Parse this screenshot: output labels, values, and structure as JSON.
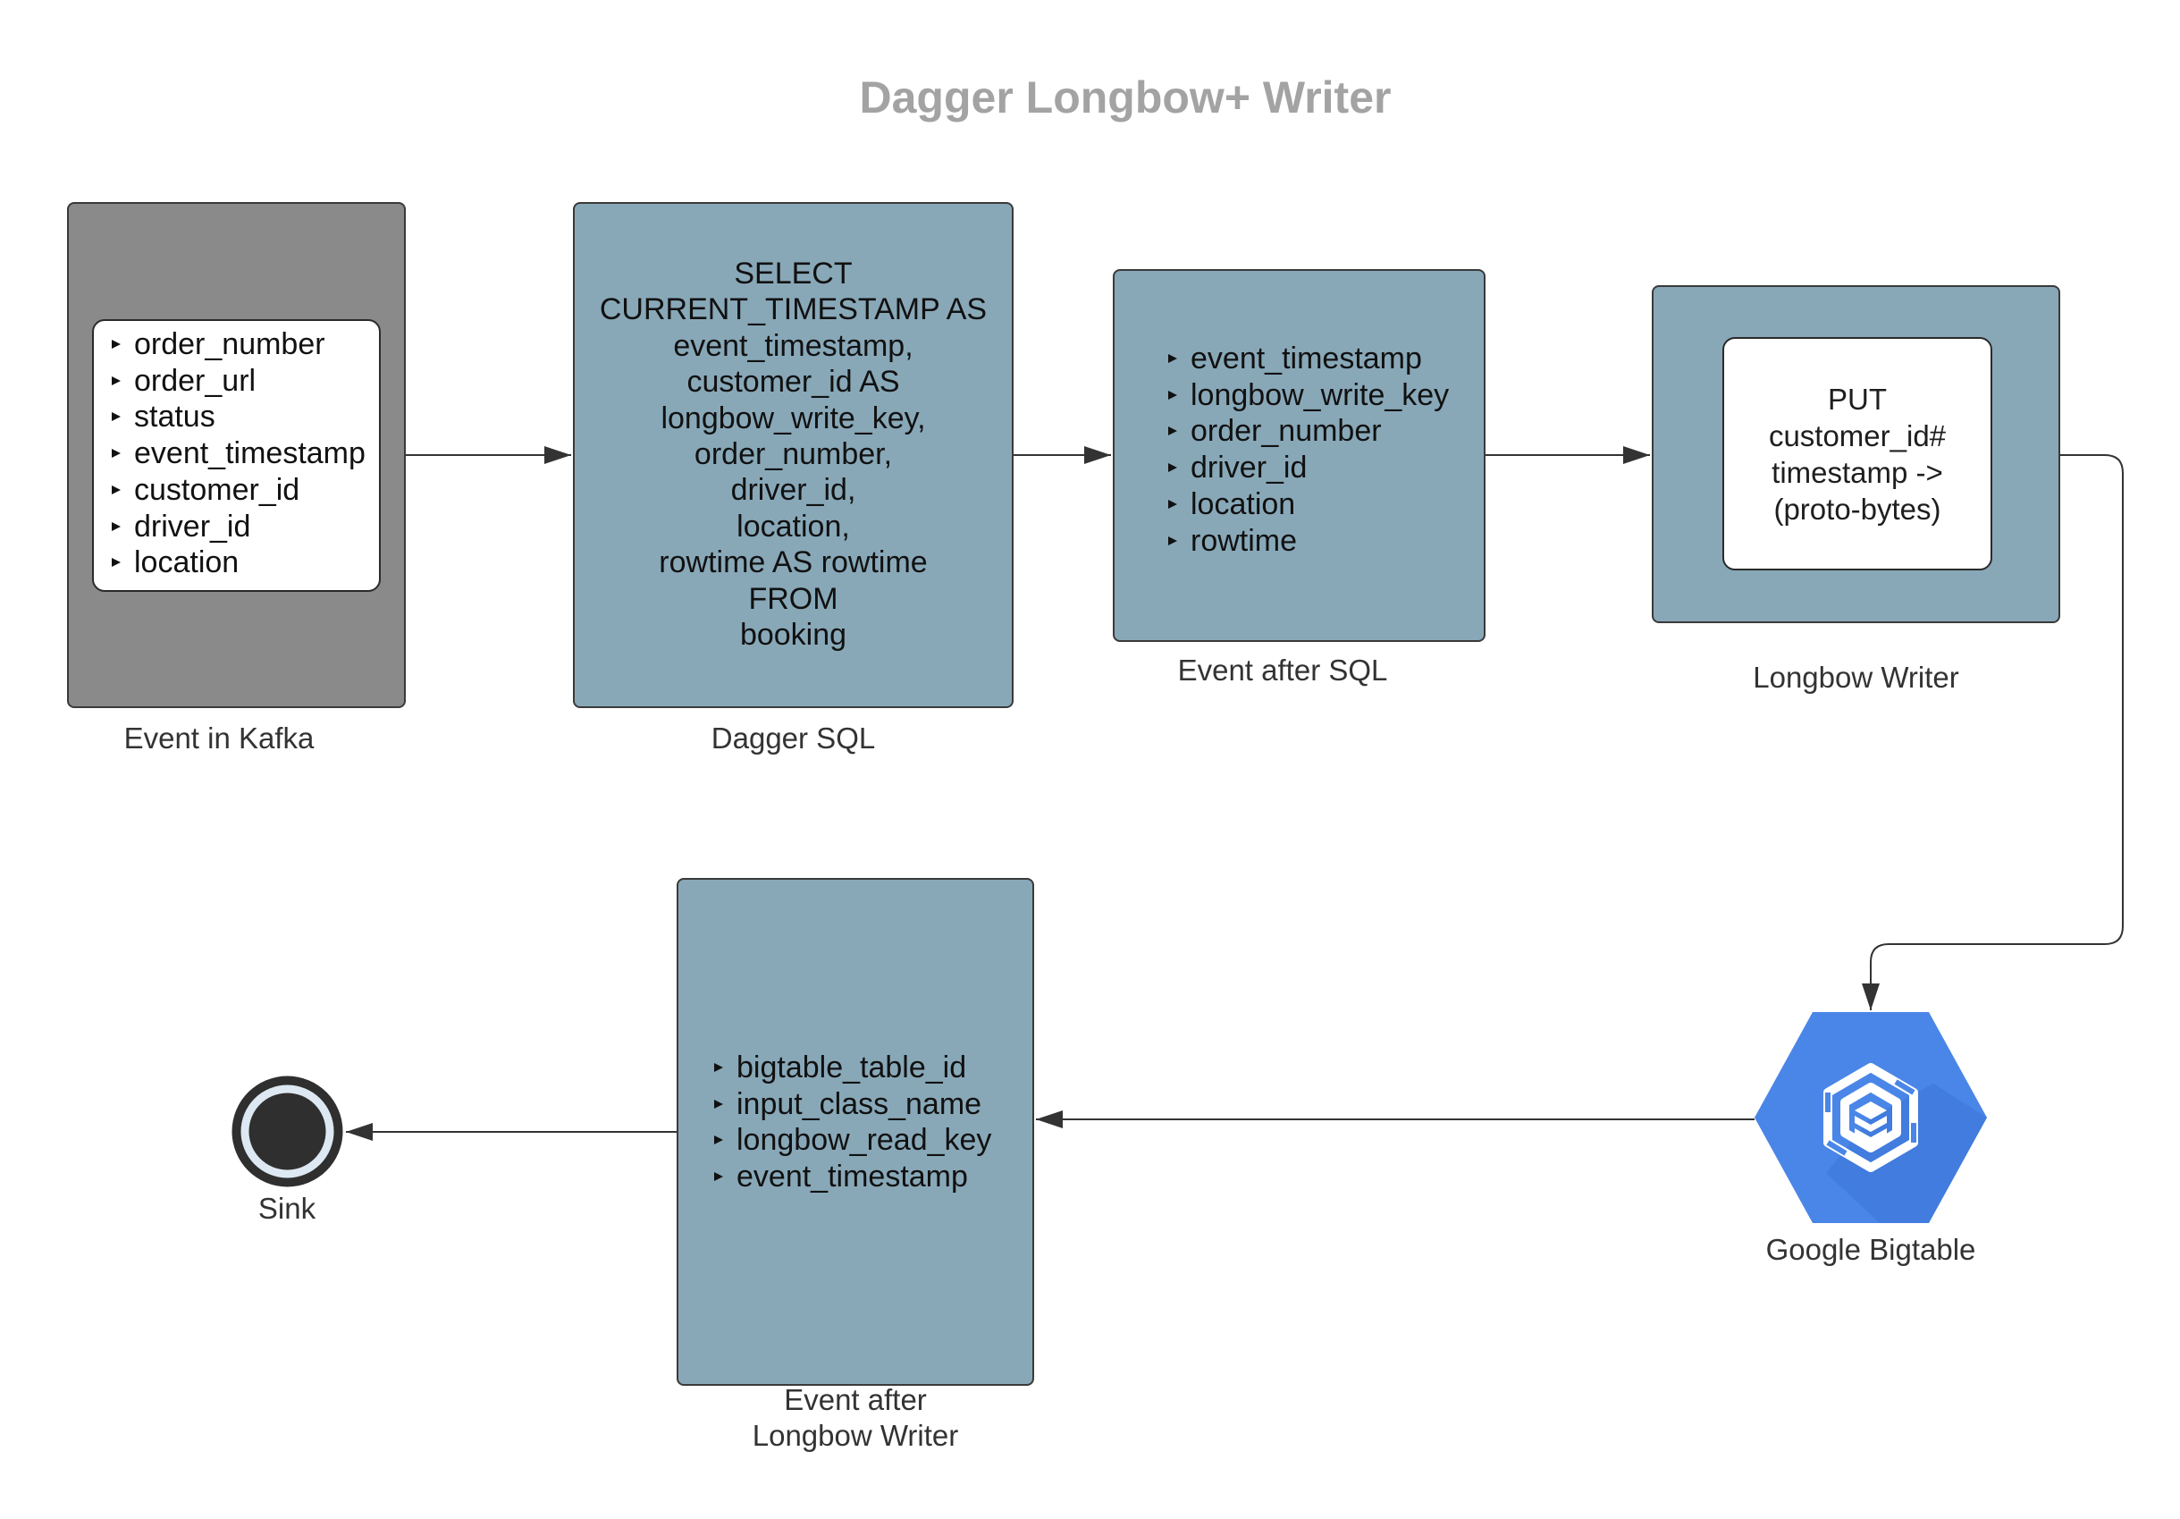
{
  "title": "Dagger Longbow+ Writer",
  "kafka": {
    "caption": "Event in Kafka",
    "fields": [
      "order_number",
      "order_url",
      "status",
      "event_timestamp",
      "customer_id",
      "driver_id",
      "location"
    ]
  },
  "sql": {
    "caption": "Dagger SQL",
    "lines": [
      "SELECT",
      "CURRENT_TIMESTAMP AS",
      "event_timestamp,",
      "customer_id AS",
      "longbow_write_key,",
      "order_number,",
      "driver_id,",
      "location,",
      "rowtime AS rowtime",
      "FROM",
      "booking"
    ]
  },
  "after_sql": {
    "caption": "Event after SQL",
    "fields": [
      "event_timestamp",
      "longbow_write_key",
      "order_number",
      "driver_id",
      "location",
      "rowtime"
    ]
  },
  "writer": {
    "caption": "Longbow Writer",
    "lines": [
      "PUT",
      "customer_id#",
      "timestamp ->",
      "(proto-bytes)"
    ]
  },
  "bigtable": {
    "caption": "Google Bigtable",
    "icon": "google-bigtable-icon",
    "color": "#4a86e8"
  },
  "after_writer": {
    "caption_line1": "Event after",
    "caption_line2": "Longbow Writer",
    "fields": [
      "bigtable_table_id",
      "input_class_name",
      "longbow_read_key",
      "event_timestamp"
    ]
  },
  "sink": {
    "caption": "Sink",
    "icon": "end-event-icon"
  },
  "colors": {
    "title": "#a3a3a3",
    "kafka_box": "#8a8a8a",
    "slate_box": "#88a8b8",
    "connector": "#333333"
  }
}
